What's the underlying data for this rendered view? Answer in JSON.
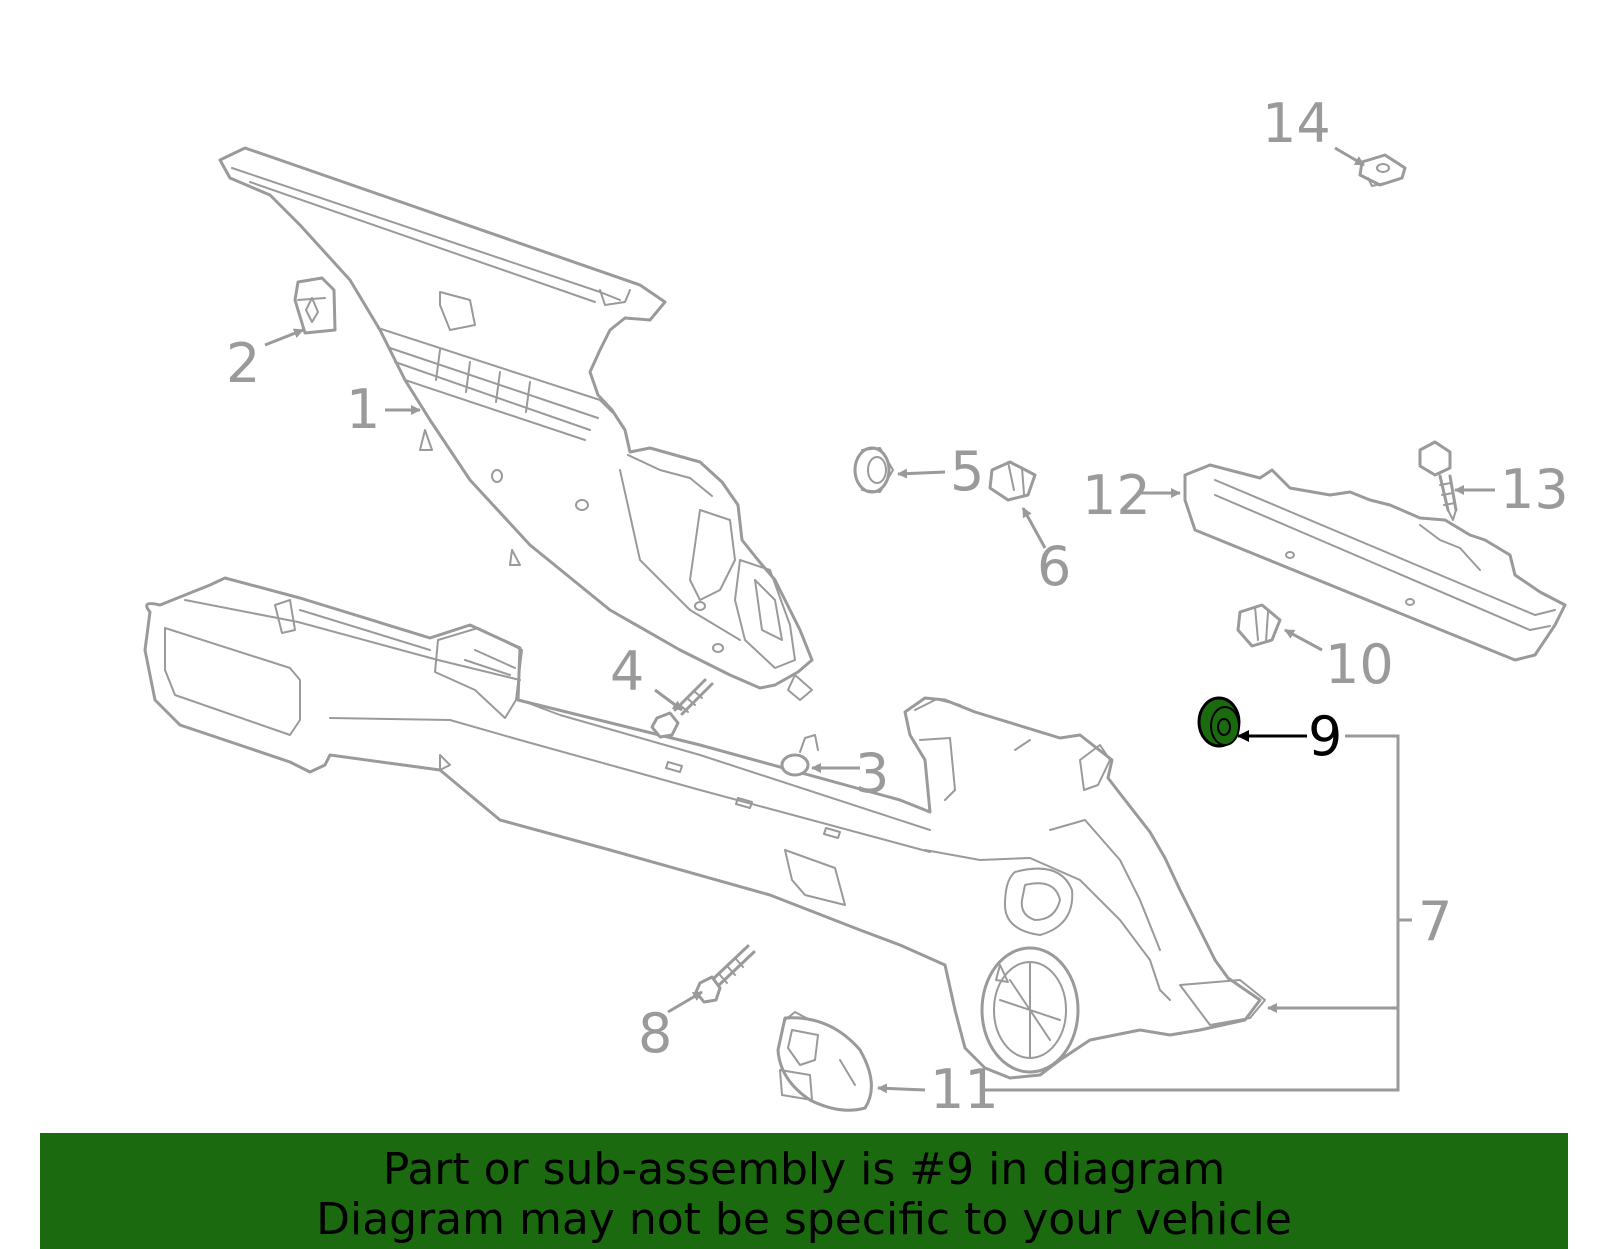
{
  "callouts": {
    "c1": "1",
    "c2": "2",
    "c3": "3",
    "c4": "4",
    "c5": "5",
    "c6": "6",
    "c7": "7",
    "c8": "8",
    "c9": "9",
    "c10": "10",
    "c11": "11",
    "c12": "12",
    "c13": "13",
    "c14": "14"
  },
  "highlighted_part": "9",
  "colors": {
    "line": "#9a9a9a",
    "highlight_part": "#1b6a10",
    "banner_bg": "#1b6a10",
    "banner_text": "#000000"
  },
  "banner": {
    "line1": "Part or sub-assembly is #9 in diagram",
    "line2": "Diagram may not be specific to your vehicle"
  }
}
